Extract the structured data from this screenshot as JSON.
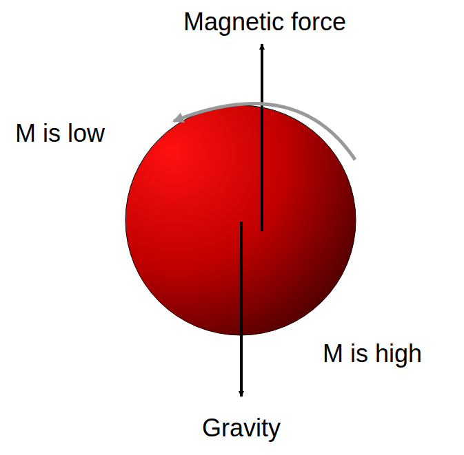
{
  "diagram": {
    "labels": [
      "Magnetic force",
      "M is low",
      "M is high",
      "Gravity"
    ]
  }
}
